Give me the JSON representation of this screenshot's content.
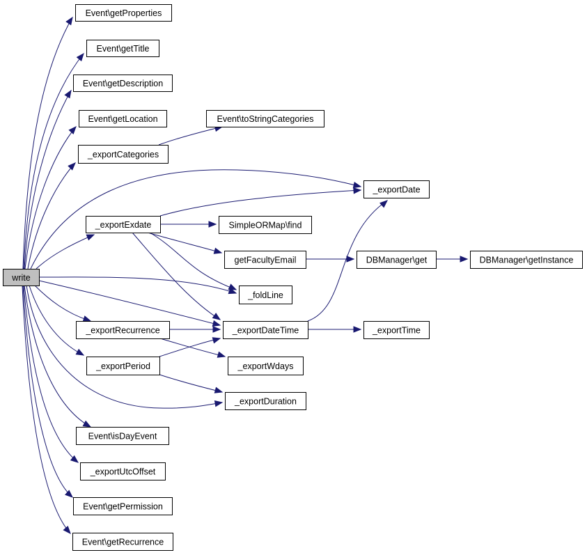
{
  "nodes": {
    "write": "write",
    "getProperties": "Event\\getProperties",
    "getTitle": "Event\\getTitle",
    "getDescription": "Event\\getDescription",
    "getLocation": "Event\\getLocation",
    "toStringCategories": "Event\\toStringCategories",
    "exportCategories": "_exportCategories",
    "exportDate": "_exportDate",
    "exportExdate": "_exportExdate",
    "find": "SimpleORMap\\find",
    "getFacultyEmail": "getFacultyEmail",
    "dbGet": "DBManager\\get",
    "getInstance": "DBManager\\getInstance",
    "foldLine": "_foldLine",
    "exportRecurrence": "_exportRecurrence",
    "exportDateTime": "_exportDateTime",
    "exportTime": "_exportTime",
    "exportPeriod": "_exportPeriod",
    "exportWdays": "_exportWdays",
    "exportDuration": "_exportDuration",
    "isDayEvent": "Event\\isDayEvent",
    "exportUtcOffset": "_exportUtcOffset",
    "getPermission": "Event\\getPermission",
    "getRecurrence": "Event\\getRecurrence"
  },
  "colors": {
    "edge": "#191970",
    "node_border": "#000000",
    "node_fill": "#ffffff",
    "root_fill": "#bfbfbf"
  }
}
